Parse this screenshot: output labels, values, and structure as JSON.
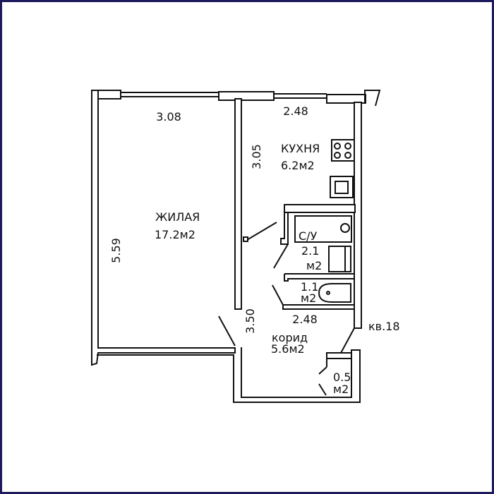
{
  "plan": {
    "apartment_label": "кв.18",
    "rooms": {
      "living": {
        "name": "ЖИЛАЯ",
        "area": "17.2м2",
        "width": "3.08",
        "length": "5.59"
      },
      "kitchen": {
        "name": "КУХНЯ",
        "area": "6.2м2",
        "width": "2.48",
        "length": "3.05"
      },
      "bathroom": {
        "name": "С/У",
        "area_num": "2.1",
        "area_unit": "м2"
      },
      "bath": {
        "area_num": "1.1",
        "area_unit": "м2"
      },
      "corridor": {
        "name": "корид",
        "area": "5.6м2",
        "width": "2.48",
        "length": "3.50"
      },
      "closet": {
        "area_num": "0.5",
        "area_unit": "м2"
      }
    },
    "colors": {
      "frame": "#1c1a5c",
      "lines": "#111111"
    }
  }
}
